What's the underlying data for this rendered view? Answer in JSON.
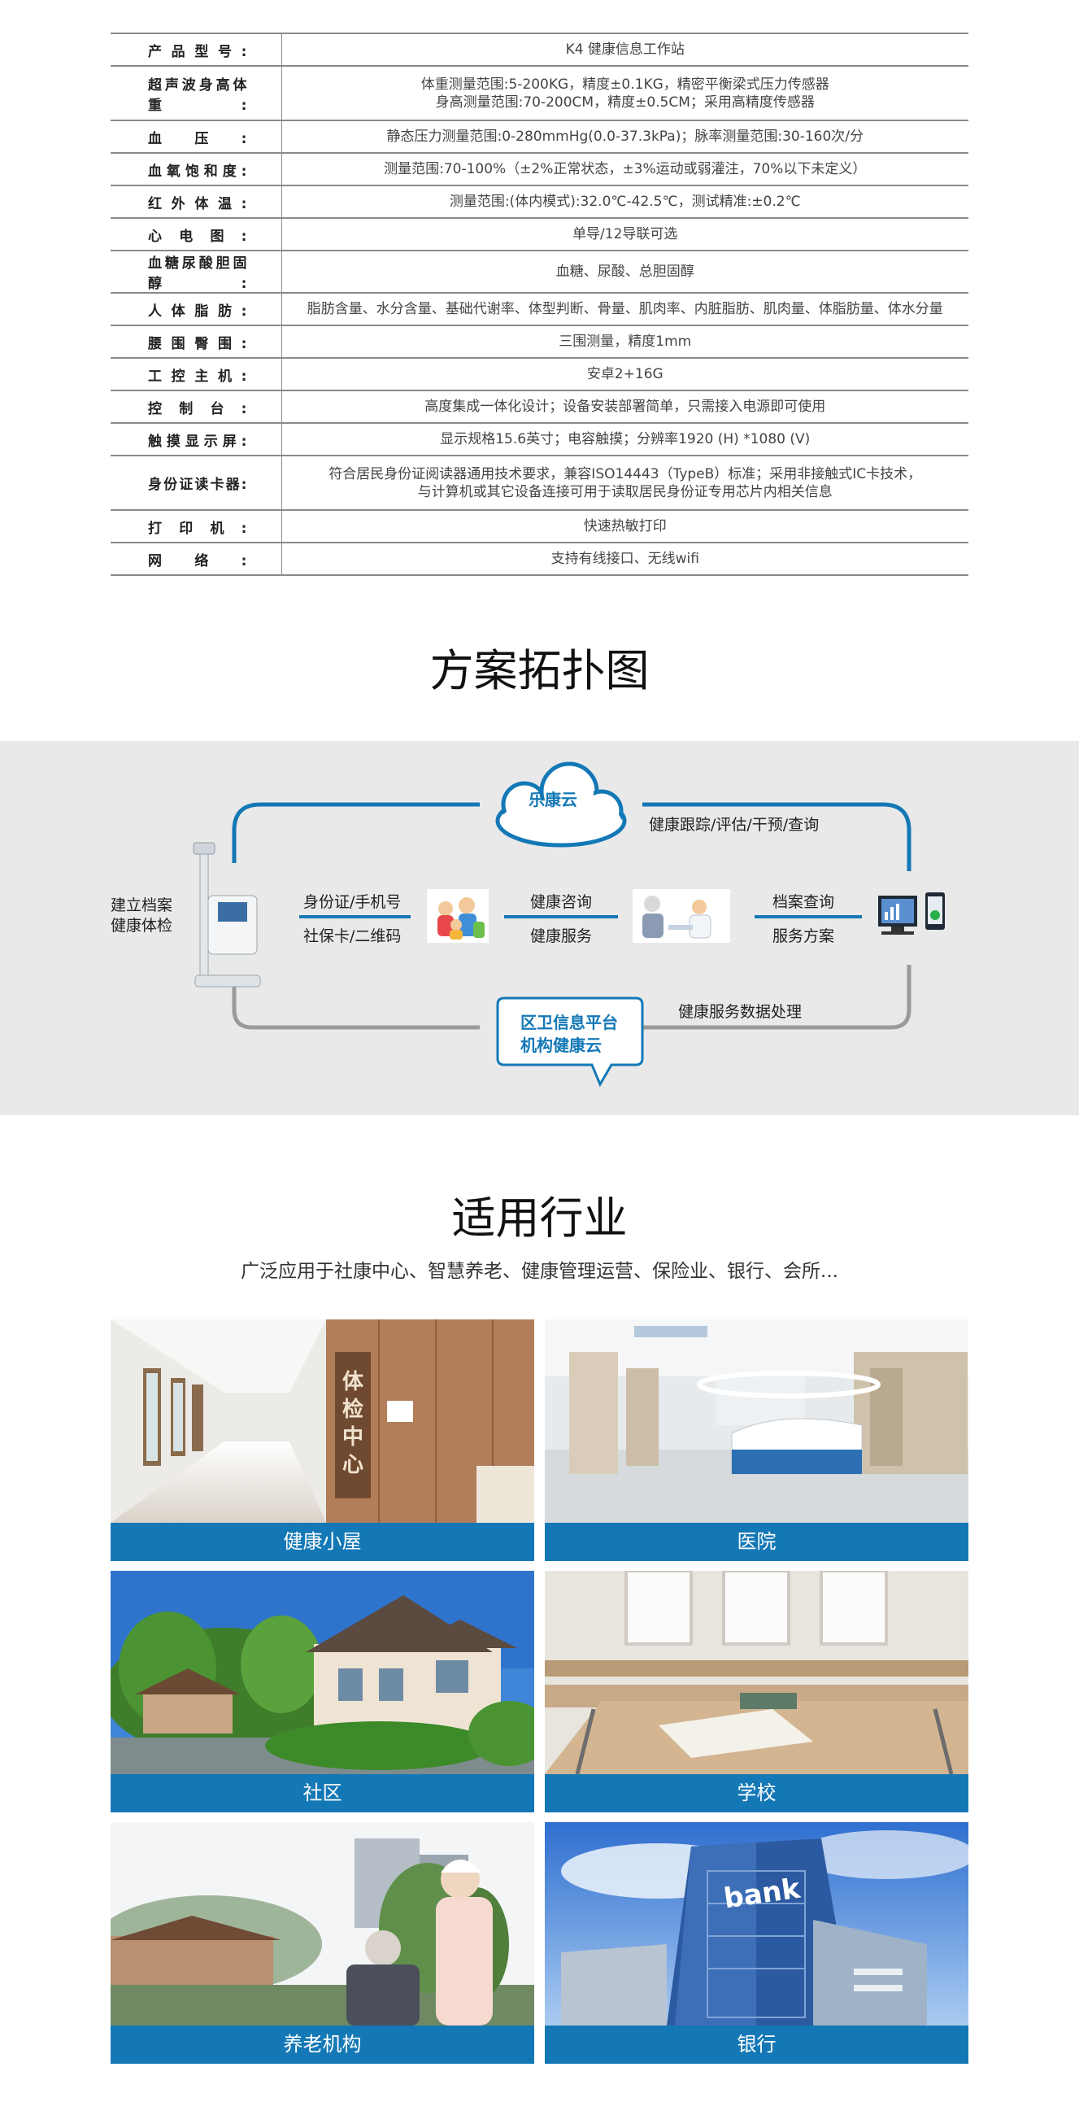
{
  "specs": [
    {
      "key": "产品型号:",
      "value": "K4 健康信息工作站"
    },
    {
      "key": "超声波身高体重:",
      "value": "体重测量范围:5-200KG，精度±0.1KG，精密平衡梁式压力传感器",
      "value2": "身高测量范围:70-200CM，精度±0.5CM；采用高精度传感器"
    },
    {
      "key": "血压:",
      "value": "静态压力测量范围:0-280mmHg(0.0-37.3kPa)；脉率测量范围:30-160次/分"
    },
    {
      "key": "血氧饱和度:",
      "value": "测量范围:70-100%（±2%正常状态，±3%运动或弱灌注，70%以下未定义）"
    },
    {
      "key": "红外体温:",
      "value": "测量范围:(体内模式):32.0℃-42.5℃，测试精准:±0.2℃"
    },
    {
      "key": "心电图:",
      "value": "单导/12导联可选"
    },
    {
      "key": "血糖尿酸胆固醇:",
      "value": "血糖、尿酸、总胆固醇"
    },
    {
      "key": "人体脂肪:",
      "value": "脂肪含量、水分含量、基础代谢率、体型判断、骨量、肌肉率、内脏脂肪、肌肉量、体脂肪量、体水分量"
    },
    {
      "key": "腰围臀围:",
      "value": "三围测量，精度1mm"
    },
    {
      "key": "工控主机:",
      "value": "安卓2+16G"
    },
    {
      "key": "控制台:",
      "value": "高度集成一体化设计；设备安装部署简单，只需接入电源即可使用"
    },
    {
      "key": "触摸显示屏:",
      "value": "显示规格15.6英寸；电容触摸；分辨率1920 (H) *1080 (V)"
    },
    {
      "key": "身份证读卡器:",
      "value": "符合居民身份证阅读器通用技术要求，兼容ISO14443（TypeB）标准；采用非接触式IC卡技术，",
      "value2": "与计算机或其它设备连接可用于读取居民身份证专用芯片内相关信息"
    },
    {
      "key": "打印机:",
      "value": "快速热敏打印"
    },
    {
      "key": "网络:",
      "value": "支持有线接口、无线wifi"
    }
  ],
  "topology": {
    "title": "方案拓扑图",
    "cloud_top": "乐康云",
    "label_health_track": "健康跟踪/评估/干预/查询",
    "label_build_1": "建立档案",
    "label_build_2": "健康体检",
    "label_id_1": "身份证/手机号",
    "label_id_2": "社保卡/二维码",
    "label_consult_1": "健康咨询",
    "label_consult_2": "健康服务",
    "label_archive_1": "档案查询",
    "label_archive_2": "服务方案",
    "label_data": "健康服务数据处理",
    "bubble_1": "区卫信息平台",
    "bubble_2": "机构健康云",
    "accent": "#1478b6"
  },
  "industry": {
    "title": "适用行业",
    "subtitle": "广泛应用于社康中心、智慧养老、健康管理运营、保险业、银行、会所...",
    "cards": [
      {
        "label": "健康小屋",
        "sign": "体检中心"
      },
      {
        "label": "医院"
      },
      {
        "label": "社区"
      },
      {
        "label": "学校"
      },
      {
        "label": "养老机构"
      },
      {
        "label": "银行",
        "sign": "bank"
      }
    ],
    "bar_color": "#1478b6"
  }
}
